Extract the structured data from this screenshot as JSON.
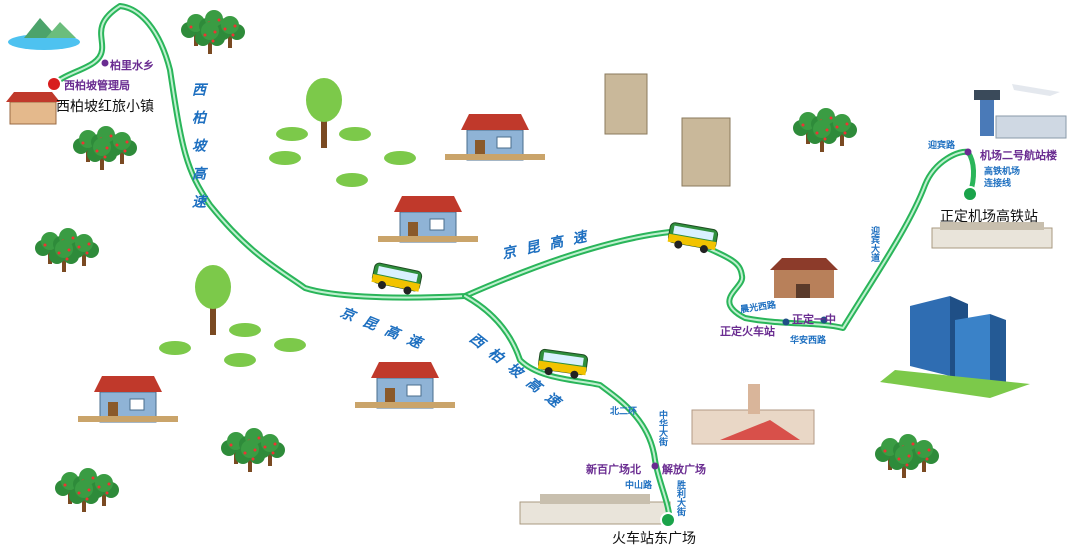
{
  "terminals": {
    "xibaipo": "西柏坡红旅小镇",
    "zhengding_hsr": "正定机场高铁站",
    "train_east": "火车站东广场"
  },
  "stops": {
    "baili_shuixiang": "柏里水乡",
    "xibaipo_bureau": "西柏坡管理局",
    "airport_t2": "机场二号航站楼",
    "zhengding_station": "正定火车站",
    "zhengding_no1": "正定一中",
    "xinbai_north": "新百广场北",
    "jiefang_square": "解放广场"
  },
  "highways": {
    "xibaipo_upper": "西柏坡高速",
    "xibaipo_lower": "西柏坡高速",
    "jingkun_upper": "京昆高速",
    "jingkun_lower": "京昆高速"
  },
  "roads": {
    "yingbin": "迎宾路",
    "hsr_link": "高铁机场连接线",
    "yingbin_ave": "迎宾大道",
    "chenguang_west": "晨光西路",
    "huaan_west": "华安西路",
    "north_2nd_ring": "北二环",
    "zhonghua_ave": "中华大街",
    "zhongshan": "中山路",
    "shengli_ave": "胜利大街"
  },
  "colors": {
    "route": "#2ab55a",
    "route_light": "#bff0cf",
    "stop_text": "#6a2c91",
    "highway_text": "#1d6fc0",
    "terminal_start": "#d81e1e",
    "terminal_end": "#1aa34a"
  }
}
